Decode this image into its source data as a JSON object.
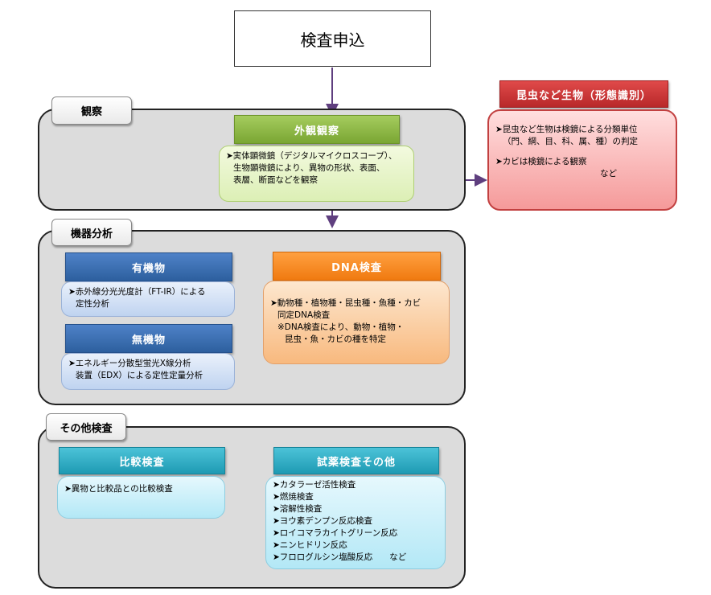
{
  "request": {
    "label": "検査申込"
  },
  "observation": {
    "tab": "観察",
    "header": "外観観察",
    "lines": [
      "➤実体顕微鏡（デジタルマイクロスコープ）、",
      "生物顕微鏡により、異物の形状、表面、",
      "表層、断面などを観察"
    ]
  },
  "insects": {
    "header": "昆虫など生物（形態識別）",
    "lines": [
      "➤昆虫など生物は検鏡による分類単位",
      "（門、綱、目、科、属、種）の判定",
      "➤カビは検鏡による観察",
      "など"
    ]
  },
  "instrumental": {
    "tab": "機器分析",
    "organic": {
      "header": "有機物",
      "lines": [
        "➤赤外線分光光度計（FT-IR）による",
        "定性分析"
      ]
    },
    "inorganic": {
      "header": "無機物",
      "lines": [
        "➤エネルギー分散型蛍光X線分析",
        "装置（EDX）による定性定量分析"
      ]
    },
    "dna": {
      "header": "DNA検査",
      "lines": [
        "➤動物種・植物種・昆虫種・魚種・カビ",
        "同定DNA検査",
        "※DNA検査により、動物・植物・",
        "昆虫・魚・カビの種を特定"
      ]
    }
  },
  "other": {
    "tab": "その他検査",
    "comparison": {
      "header": "比較検査",
      "lines": [
        "➤異物と比較品との比較検査"
      ]
    },
    "reagent": {
      "header": "試薬検査その他",
      "lines": [
        "➤カタラーゼ活性検査",
        "➤燃焼検査",
        "➤溶解性検査",
        "➤ヨウ素デンプン反応検査",
        "➤ロイコマラカイトグリーン反応",
        "➤ニンヒドリン反応",
        "➤フロログルシン塩酸反応　　など"
      ]
    }
  },
  "colors": {
    "connector": "#5f3f7f",
    "panel_bg": "#dcdcdc"
  }
}
